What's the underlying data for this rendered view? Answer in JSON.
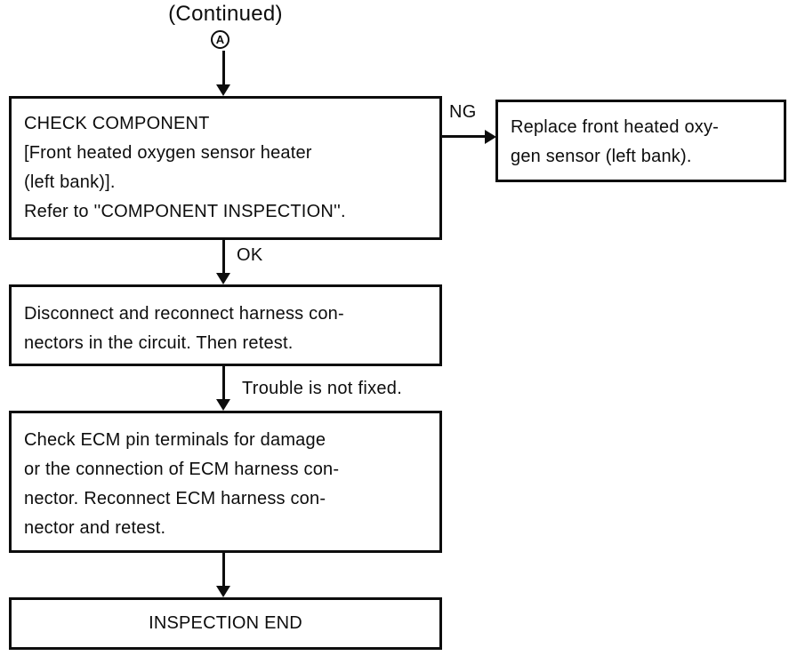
{
  "diagram": {
    "continued_label": "(Continued)",
    "connector": {
      "label": "A"
    },
    "nodes": {
      "check_component": {
        "lines": [
          "CHECK COMPONENT",
          "[Front heated oxygen sensor heater",
          "(left bank)].",
          "Refer to ''COMPONENT INSPECTION''."
        ]
      },
      "replace_sensor": {
        "lines": [
          "Replace front heated oxy-",
          "gen sensor (left bank)."
        ]
      },
      "reconnect_harness": {
        "lines": [
          "Disconnect and reconnect harness con-",
          "nectors in the circuit. Then retest."
        ]
      },
      "check_ecm": {
        "lines": [
          "Check ECM pin terminals for damage",
          "or the connection of ECM harness con-",
          "nector. Reconnect ECM harness con-",
          "nector and retest."
        ]
      },
      "inspection_end": {
        "label": "INSPECTION END"
      }
    },
    "edge_labels": {
      "ng": "NG",
      "ok": "OK",
      "trouble": "Trouble is not fixed."
    },
    "colors": {
      "line": "#0d0d0d",
      "text": "#0d0d0d",
      "background": "#ffffff"
    }
  }
}
